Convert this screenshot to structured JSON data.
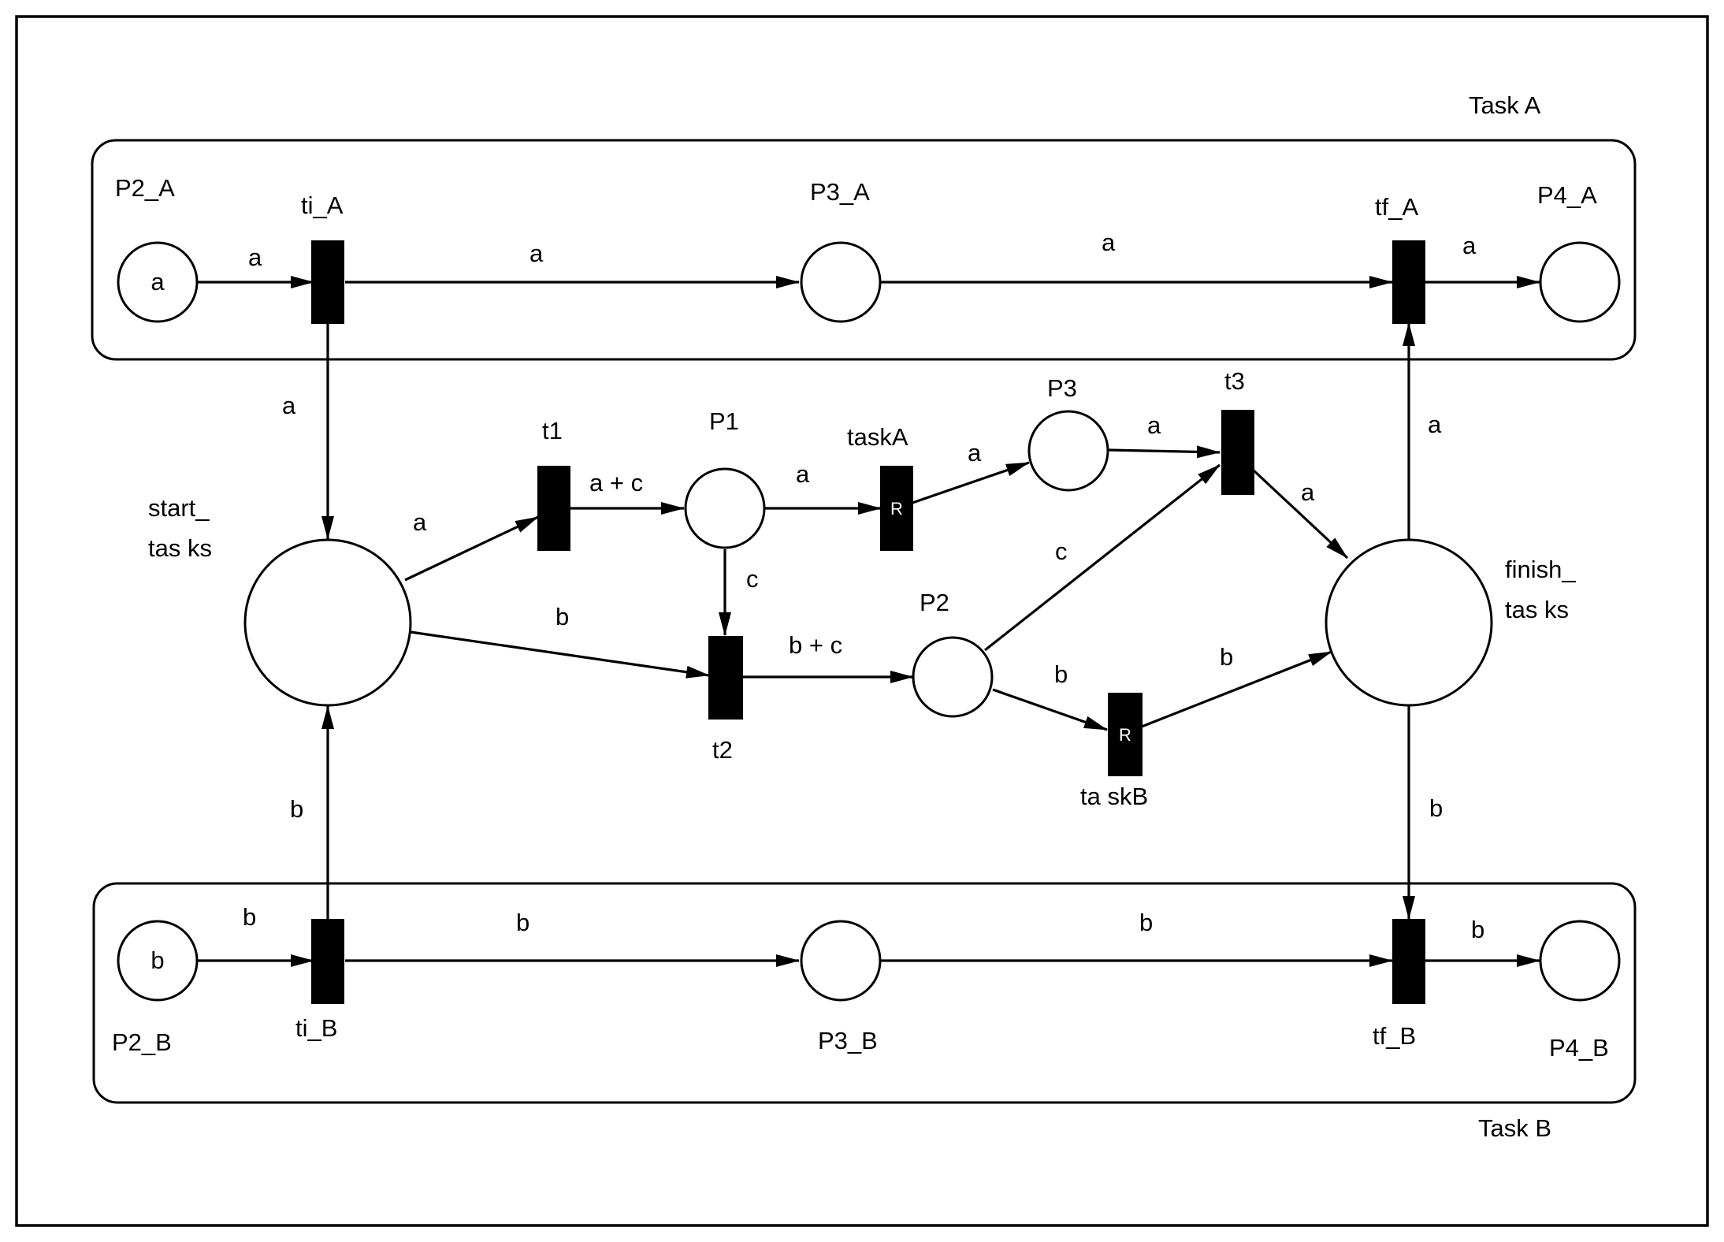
{
  "diagram": {
    "groups": {
      "task_a": "Task A",
      "task_b": "Task B"
    },
    "places": {
      "p2_a": {
        "label": "P2_A",
        "token": "a"
      },
      "p3_a": {
        "label": "P3_A",
        "token": ""
      },
      "p4_a": {
        "label": "P4_A",
        "token": ""
      },
      "p2_b": {
        "label": "P2_B",
        "token": "b"
      },
      "p3_b": {
        "label": "P3_B",
        "token": ""
      },
      "p4_b": {
        "label": "P4_B",
        "token": ""
      },
      "start_tasks": {
        "label_line1": "start_",
        "label_line2": "tas ks"
      },
      "finish_tasks": {
        "label_line1": "finish_",
        "label_line2": "tas ks"
      },
      "p1": {
        "label": "P1"
      },
      "p2": {
        "label": "P2"
      },
      "p3": {
        "label": "P3"
      }
    },
    "transitions": {
      "ti_a": {
        "label": "ti_A"
      },
      "tf_a": {
        "label": "tf_A"
      },
      "ti_b": {
        "label": "ti_B"
      },
      "tf_b": {
        "label": "tf_B"
      },
      "t1": {
        "label": "t1"
      },
      "t2": {
        "label": "t2"
      },
      "t3": {
        "label": "t3"
      },
      "task_a": {
        "label": "taskA",
        "marker": "R"
      },
      "task_b": {
        "label": "ta skB",
        "marker": "R"
      }
    },
    "arcs": {
      "p2a_tia": "a",
      "tia_p3a": "a",
      "p3a_tfa": "a",
      "tfa_p4a": "a",
      "tia_start": "a",
      "start_t1": "a",
      "t1_p1": "a + c",
      "p1_taska": "a",
      "taska_p3": "a",
      "p3_t3": "a",
      "t3_finish": "a",
      "finish_tfa": "a",
      "p1_t2": "c",
      "start_t2": "b",
      "t2_p2": "b + c",
      "p2_t3": "c",
      "p2_taskb": "b",
      "taskb_finish": "b",
      "finish_tfb": "b",
      "tib_start": "b",
      "p2b_tib": "b",
      "tib_p3b": "b",
      "p3b_tfb": "b",
      "tfb_p4b": "b"
    }
  }
}
